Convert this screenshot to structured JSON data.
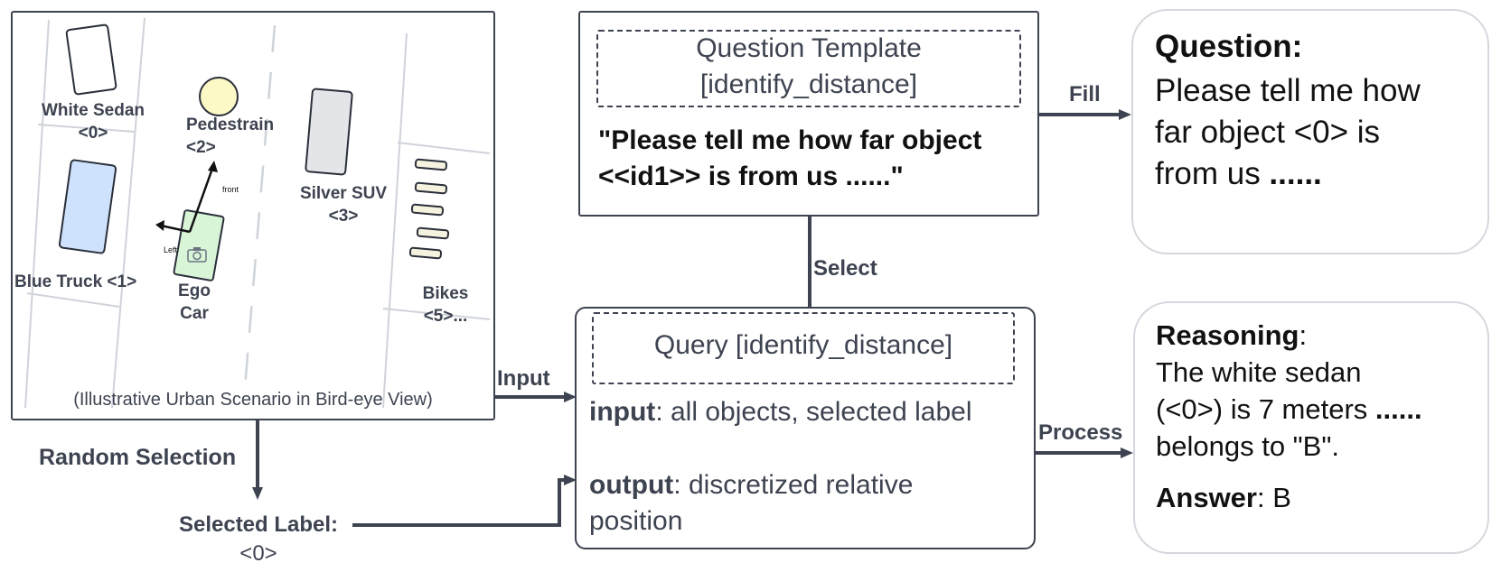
{
  "scene": {
    "caption": "(Illustrative Urban Scenario in Bird-eye View)",
    "white_sedan": "White Sedan",
    "white_sedan_id": "<0>",
    "pedestrain": "Pedestrain",
    "pedestrain_id": "<2>",
    "silver_suv": "Silver SUV",
    "silver_suv_id": "<3>",
    "blue_truck": "Blue Truck <1>",
    "ego": "Ego",
    "car": "Car",
    "bikes": "Bikes",
    "bikes_id": "<5>...",
    "front": "front",
    "left": "Left",
    "colors": {
      "white_sedan": "#ffffff",
      "pedestrain": "#fdf9c6",
      "silver_suv": "#e3e5e9",
      "blue_truck": "#cfe2fd",
      "ego_car": "#d9f5d8",
      "bike": "#f5f2df"
    }
  },
  "template": {
    "title_line1": "Question Template",
    "title_line2": "[identify_distance]",
    "text_line1": "\"Please tell me how far object",
    "text_line2": "<<id1>> is from us ......\""
  },
  "question": {
    "heading": "Question:",
    "line1": "Please tell me how",
    "line2": "far object <0> is",
    "line3_plain": "from us ",
    "line3_bold": "......"
  },
  "query": {
    "title": "Query [identify_distance]",
    "input_key": "input",
    "input_value": ": all objects, selected label",
    "output_key": "output",
    "output_value": ": discretized relative",
    "output_value2": "position"
  },
  "reasoning": {
    "heading": "Reasoning",
    "colon": ":",
    "line1": "The white sedan",
    "line2_plain": "(<0>) is 7 meters ",
    "line2_bold": "......",
    "line3": "belongs to \"B\".",
    "answer_key": "Answer",
    "answer_value": ": B"
  },
  "edges": {
    "fill": "Fill",
    "select": "Select",
    "input": "Input",
    "process": "Process",
    "random_selection": "Random Selection"
  },
  "selected": {
    "label": "Selected Label:",
    "value": "<0>"
  }
}
